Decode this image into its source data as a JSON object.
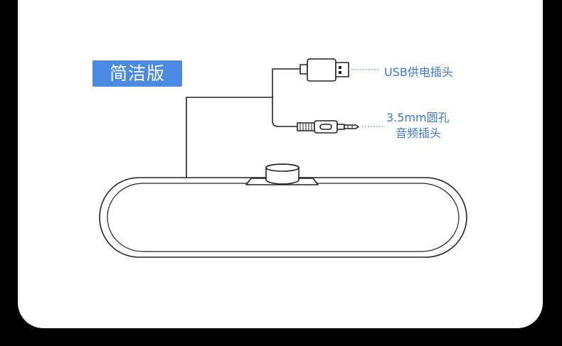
{
  "badge": {
    "label": "简洁版"
  },
  "callouts": {
    "usb": "USB供电插头",
    "jack_line1": "3.5mm圆孔",
    "jack_line2": "音频插头"
  },
  "colors": {
    "background": "#000000",
    "panel": "#ffffff",
    "badge": "#4a8ae3",
    "callout_text": "#3b78d8",
    "line_art": "#222222"
  }
}
